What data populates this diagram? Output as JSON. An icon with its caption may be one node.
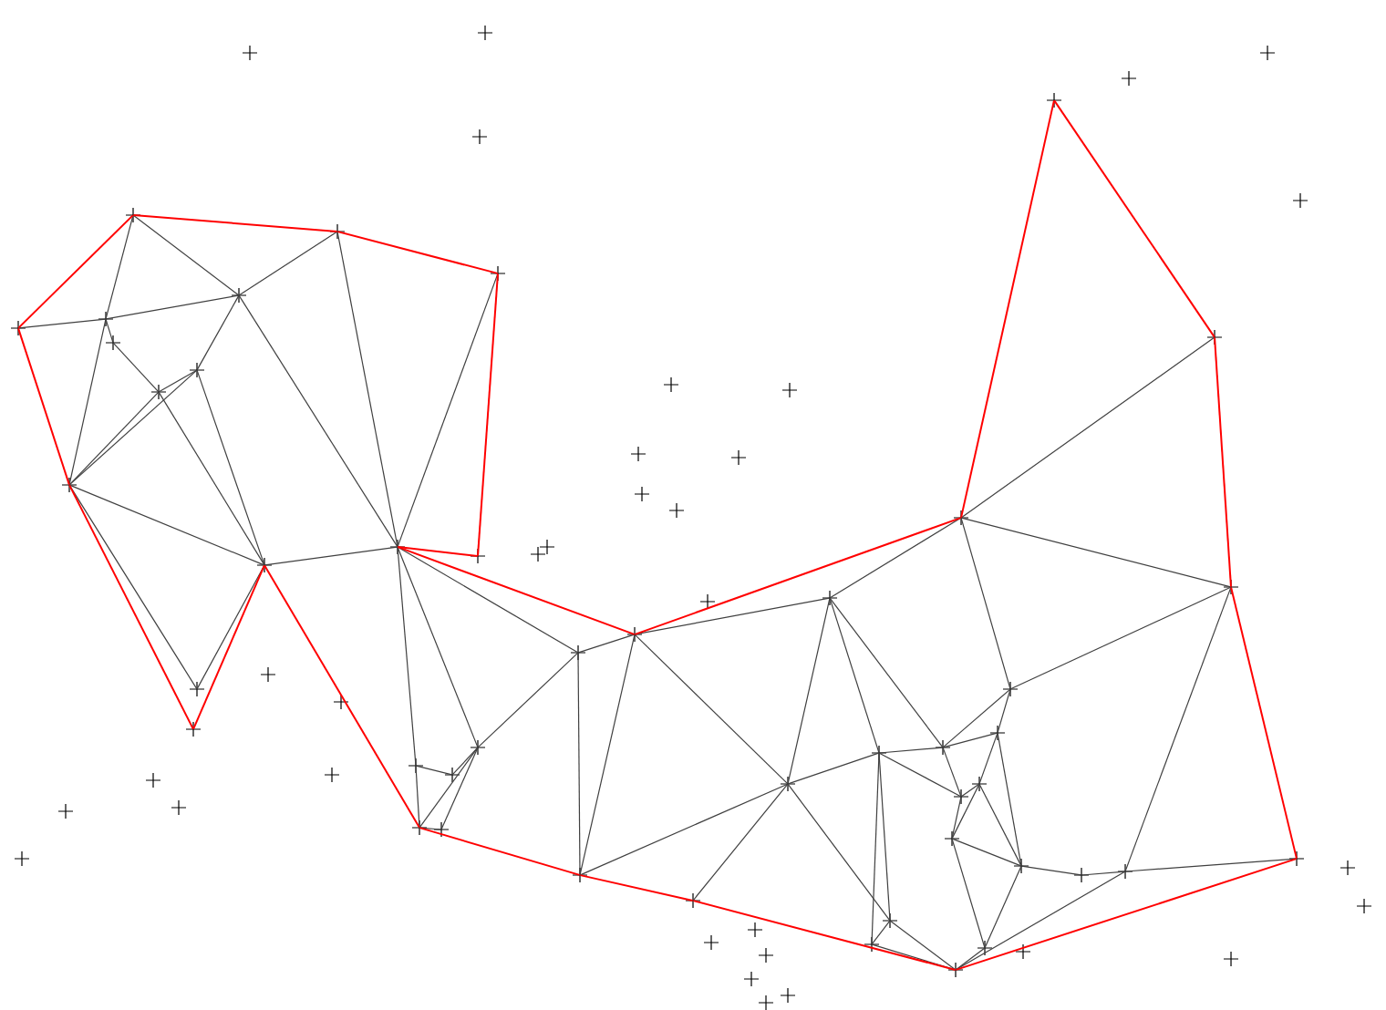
{
  "diagram": {
    "nodes": [
      {
        "text": [],
        "shape": "cross"
      },
      {
        "text": [],
        "shape": "cross"
      },
      {
        "text": [],
        "shape": "cross"
      },
      {
        "text": [],
        "shape": "cross"
      },
      {
        "text": [],
        "shape": "cross"
      },
      {
        "text": [],
        "shape": "cross"
      },
      {
        "text": [],
        "shape": "cross"
      },
      {
        "text": [],
        "shape": "cross"
      },
      {
        "text": [],
        "shape": "cross"
      },
      {
        "text": [],
        "shape": "cross"
      },
      {
        "text": [],
        "shape": "cross"
      },
      {
        "text": [],
        "shape": "cross"
      },
      {
        "text": [],
        "shape": "cross"
      },
      {
        "text": [],
        "shape": "cross"
      },
      {
        "text": [],
        "shape": "cross"
      },
      {
        "text": [],
        "shape": "cross"
      },
      {
        "text": [],
        "shape": "cross"
      },
      {
        "text": [],
        "shape": "cross"
      },
      {
        "text": [],
        "shape": "cross"
      },
      {
        "text": [],
        "shape": "cross"
      },
      {
        "text": [],
        "shape": "cross"
      },
      {
        "text": [],
        "shape": "cross"
      },
      {
        "text": [],
        "shape": "cross"
      },
      {
        "text": [],
        "shape": "cross"
      },
      {
        "text": [],
        "shape": "cross"
      },
      {
        "text": [],
        "shape": "cross"
      },
      {
        "text": [],
        "shape": "cross"
      },
      {
        "text": [],
        "shape": "cross"
      },
      {
        "text": [],
        "shape": "cross"
      },
      {
        "text": [],
        "shape": "cross"
      },
      {
        "text": [],
        "shape": "cross"
      },
      {
        "text": [],
        "shape": "cross"
      },
      {
        "text": [],
        "shape": "cross"
      },
      {
        "text": [],
        "shape": "cross"
      },
      {
        "text": [],
        "shape": "cross"
      },
      {
        "text": [],
        "shape": "cross"
      },
      {
        "text": [],
        "shape": "cross"
      },
      {
        "text": [],
        "shape": "cross"
      },
      {
        "text": [],
        "shape": "cross"
      },
      {
        "text": [],
        "shape": "cross"
      },
      {
        "text": [],
        "shape": "cross"
      },
      {
        "text": [],
        "shape": "cross"
      },
      {
        "text": [],
        "shape": "cross"
      },
      {
        "text": [],
        "shape": "cross"
      },
      {
        "text": [],
        "shape": "cross"
      },
      {
        "text": [],
        "shape": "cross"
      },
      {
        "text": [],
        "shape": "cross"
      },
      {
        "text": [],
        "shape": "cross"
      },
      {
        "text": [],
        "shape": "cross"
      },
      {
        "text": [],
        "shape": "cross"
      },
      {
        "text": [],
        "shape": "cross"
      },
      {
        "text": [],
        "shape": "cross"
      },
      {
        "text": [],
        "shape": "cross"
      },
      {
        "text": [],
        "shape": "cross"
      },
      {
        "text": [],
        "shape": "cross"
      },
      {
        "text": [],
        "shape": "cross"
      },
      {
        "text": [],
        "shape": "cross"
      },
      {
        "text": [],
        "shape": "cross"
      },
      {
        "text": [],
        "shape": "cross"
      },
      {
        "text": [],
        "shape": "cross"
      },
      {
        "text": [],
        "shape": "cross"
      },
      {
        "text": [],
        "shape": "cross"
      },
      {
        "text": [],
        "shape": "cross"
      },
      {
        "text": [],
        "shape": "cross"
      },
      {
        "text": [],
        "shape": "cross"
      },
      {
        "text": [],
        "shape": "cross"
      },
      {
        "text": [],
        "shape": "cross"
      },
      {
        "text": [],
        "shape": "cross"
      },
      {
        "text": [],
        "shape": "cross"
      },
      {
        "text": [],
        "shape": "cross"
      },
      {
        "text": [],
        "shape": "cross"
      },
      {
        "text": [],
        "shape": "cross"
      },
      {
        "text": [],
        "shape": "cross"
      },
      {
        "text": [],
        "shape": "cross"
      },
      {
        "text": [],
        "shape": "cross"
      },
      {
        "text": [],
        "shape": "cross"
      },
      {
        "text": [],
        "shape": "cross"
      }
    ],
    "edges": [
      {
        "from": 0,
        "to": 1,
        "arrow": "none",
        "color": "#ff0000"
      },
      {
        "from": 1,
        "to": 2,
        "arrow": "none",
        "color": "#ff0000"
      },
      {
        "from": 2,
        "to": 3,
        "arrow": "none",
        "color": "#ff0000"
      },
      {
        "from": 3,
        "to": 4,
        "arrow": "none",
        "color": "#ff0000"
      },
      {
        "from": 4,
        "to": 5,
        "arrow": "none",
        "color": "#ff0000"
      },
      {
        "from": 5,
        "to": 6,
        "arrow": "none",
        "color": "#ff0000"
      },
      {
        "from": 6,
        "to": 7,
        "arrow": "none",
        "color": "#ff0000"
      },
      {
        "from": 7,
        "to": 8,
        "arrow": "none",
        "color": "#ff0000"
      },
      {
        "from": 8,
        "to": 9,
        "arrow": "none",
        "color": "#ff0000"
      },
      {
        "from": 9,
        "to": 10,
        "arrow": "none",
        "color": "#ff0000"
      },
      {
        "from": 10,
        "to": 11,
        "arrow": "none",
        "color": "#ff0000"
      },
      {
        "from": 11,
        "to": 12,
        "arrow": "none",
        "color": "#ff0000"
      },
      {
        "from": 12,
        "to": 13,
        "arrow": "none",
        "color": "#ff0000"
      },
      {
        "from": 13,
        "to": 14,
        "arrow": "none",
        "color": "#ff0000"
      },
      {
        "from": 14,
        "to": 15,
        "arrow": "none",
        "color": "#ff0000"
      },
      {
        "from": 15,
        "to": 16,
        "arrow": "none",
        "color": "#ff0000"
      },
      {
        "from": 16,
        "to": 17,
        "arrow": "none",
        "color": "#ff0000"
      },
      {
        "from": 17,
        "to": 18,
        "arrow": "none",
        "color": "#ff0000"
      },
      {
        "from": 18,
        "to": 0,
        "arrow": "none",
        "color": "#ff0000"
      },
      {
        "from": 0,
        "to": 19,
        "arrow": "none"
      },
      {
        "from": 19,
        "to": 1,
        "arrow": "none"
      },
      {
        "from": 19,
        "to": 20,
        "arrow": "none"
      },
      {
        "from": 1,
        "to": 20,
        "arrow": "none"
      },
      {
        "from": 20,
        "to": 2,
        "arrow": "none"
      },
      {
        "from": 2,
        "to": 5,
        "arrow": "none"
      },
      {
        "from": 20,
        "to": 5,
        "arrow": "none"
      },
      {
        "from": 3,
        "to": 5,
        "arrow": "none"
      },
      {
        "from": 19,
        "to": 18,
        "arrow": "none"
      },
      {
        "from": 18,
        "to": 22,
        "arrow": "none"
      },
      {
        "from": 18,
        "to": 21,
        "arrow": "none"
      },
      {
        "from": 19,
        "to": 23,
        "arrow": "none"
      },
      {
        "from": 23,
        "to": 22,
        "arrow": "none"
      },
      {
        "from": 22,
        "to": 21,
        "arrow": "none"
      },
      {
        "from": 21,
        "to": 20,
        "arrow": "none"
      },
      {
        "from": 21,
        "to": 16,
        "arrow": "none"
      },
      {
        "from": 22,
        "to": 16,
        "arrow": "none"
      },
      {
        "from": 16,
        "to": 5,
        "arrow": "none"
      },
      {
        "from": 24,
        "to": 18,
        "arrow": "none"
      },
      {
        "from": 24,
        "to": 16,
        "arrow": "none"
      },
      {
        "from": 18,
        "to": 16,
        "arrow": "none"
      },
      {
        "from": 5,
        "to": 25,
        "arrow": "none"
      },
      {
        "from": 5,
        "to": 26,
        "arrow": "none"
      },
      {
        "from": 5,
        "to": 27,
        "arrow": "none"
      },
      {
        "from": 27,
        "to": 28,
        "arrow": "none"
      },
      {
        "from": 28,
        "to": 26,
        "arrow": "none"
      },
      {
        "from": 15,
        "to": 29,
        "arrow": "none"
      },
      {
        "from": 29,
        "to": 26,
        "arrow": "none"
      },
      {
        "from": 15,
        "to": 26,
        "arrow": "none"
      },
      {
        "from": 15,
        "to": 27,
        "arrow": "none"
      },
      {
        "from": 26,
        "to": 25,
        "arrow": "none"
      },
      {
        "from": 25,
        "to": 14,
        "arrow": "none"
      },
      {
        "from": 25,
        "to": 6,
        "arrow": "none"
      },
      {
        "from": 6,
        "to": 14,
        "arrow": "none"
      },
      {
        "from": 6,
        "to": 31,
        "arrow": "none"
      },
      {
        "from": 6,
        "to": 30,
        "arrow": "none"
      },
      {
        "from": 30,
        "to": 7,
        "arrow": "none"
      },
      {
        "from": 7,
        "to": 35,
        "arrow": "none"
      },
      {
        "from": 7,
        "to": 10,
        "arrow": "none"
      },
      {
        "from": 7,
        "to": 9,
        "arrow": "none"
      },
      {
        "from": 10,
        "to": 35,
        "arrow": "none"
      },
      {
        "from": 10,
        "to": 41,
        "arrow": "none"
      },
      {
        "from": 11,
        "to": 41,
        "arrow": "none"
      },
      {
        "from": 41,
        "to": 12,
        "arrow": "none"
      },
      {
        "from": 41,
        "to": 40,
        "arrow": "none"
      },
      {
        "from": 40,
        "to": 39,
        "arrow": "none"
      },
      {
        "from": 39,
        "to": 34,
        "arrow": "none"
      },
      {
        "from": 39,
        "to": 36,
        "arrow": "none"
      },
      {
        "from": 36,
        "to": 34,
        "arrow": "none"
      },
      {
        "from": 34,
        "to": 35,
        "arrow": "none"
      },
      {
        "from": 35,
        "to": 33,
        "arrow": "none"
      },
      {
        "from": 30,
        "to": 31,
        "arrow": "none"
      },
      {
        "from": 30,
        "to": 32,
        "arrow": "none"
      },
      {
        "from": 30,
        "to": 33,
        "arrow": "none"
      },
      {
        "from": 31,
        "to": 32,
        "arrow": "none"
      },
      {
        "from": 31,
        "to": 14,
        "arrow": "none"
      },
      {
        "from": 31,
        "to": 13,
        "arrow": "none"
      },
      {
        "from": 31,
        "to": 43,
        "arrow": "none"
      },
      {
        "from": 32,
        "to": 43,
        "arrow": "none"
      },
      {
        "from": 32,
        "to": 33,
        "arrow": "none"
      },
      {
        "from": 32,
        "to": 37,
        "arrow": "none"
      },
      {
        "from": 33,
        "to": 37,
        "arrow": "none"
      },
      {
        "from": 33,
        "to": 34,
        "arrow": "none"
      },
      {
        "from": 37,
        "to": 36,
        "arrow": "none"
      },
      {
        "from": 37,
        "to": 38,
        "arrow": "none"
      },
      {
        "from": 38,
        "to": 36,
        "arrow": "none"
      },
      {
        "from": 38,
        "to": 39,
        "arrow": "none"
      },
      {
        "from": 38,
        "to": 42,
        "arrow": "none"
      },
      {
        "from": 42,
        "to": 39,
        "arrow": "none"
      },
      {
        "from": 42,
        "to": 12,
        "arrow": "none"
      },
      {
        "from": 43,
        "to": 12,
        "arrow": "none"
      },
      {
        "from": 44,
        "to": 43,
        "arrow": "none"
      },
      {
        "from": 44,
        "to": 12,
        "arrow": "none"
      },
      {
        "from": 32,
        "to": 44,
        "arrow": "none"
      }
    ]
  }
}
